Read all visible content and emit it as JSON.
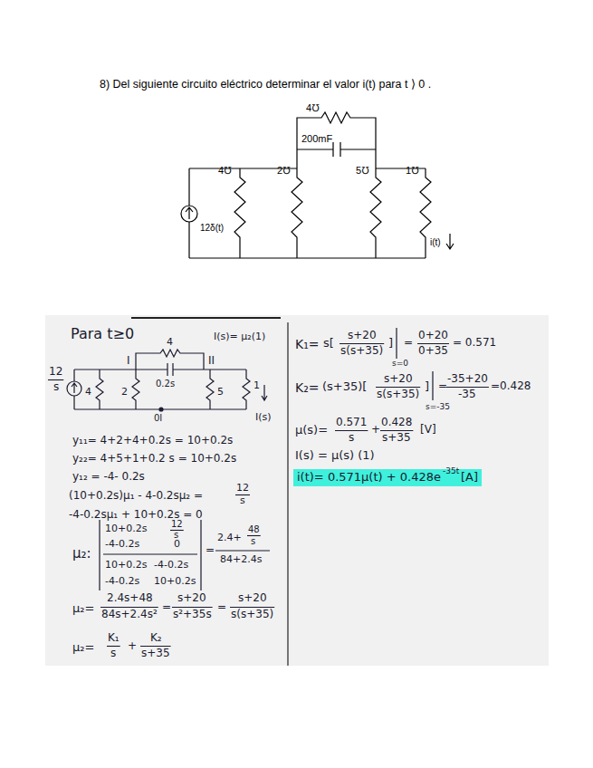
{
  "diagram": {
    "title": "8) Del siguiente circuito eléctrico determinar el valor i(t) para t ⟩ 0 .",
    "labels": [
      "4℧",
      "200mF",
      "4℧",
      "2℧",
      "5℧",
      "1℧",
      "12δ(t)",
      "i(t)",
      "Para t≥0",
      "I",
      "II",
      "4",
      "0.2s",
      "12",
      "s",
      "4",
      "2",
      "5",
      "1",
      "I(s)",
      "0I",
      "I(s)= μ₂(1)",
      "y₁₁= 4+2+4+0.2s = 10+0.2s",
      "y₂₂= 4+5+1+0.2 s = 10+0.2s",
      "y₁₂ = -4- 0.2s",
      "(10+0.2s)μ₁ - 4-0.2sμ₂ =",
      "12",
      "s",
      "-4-0.2sμ₁ + 10+0.2s = 0",
      "μ₂:",
      "10+0.2s",
      "12",
      "s",
      "-4-0.2s",
      "0",
      "10+0.2s",
      "-4-0.2s",
      "-4-0.2s",
      "10+0.2s",
      "=",
      "2.4+",
      "48",
      "s",
      "84+2.4s",
      "μ₂=",
      "2.4s+48",
      "84s+2.4s²",
      "=",
      "s+20",
      "s²+35s",
      "=",
      "s+20",
      "s(s+35)",
      "μ₂=",
      "K₁",
      "s",
      "+",
      "K₂",
      "s+35",
      "K₁=",
      "s[",
      "s+20",
      "s(s+35)",
      "]",
      "s=0",
      "=",
      "0+20",
      "0+35",
      "= 0.571",
      "K₂=",
      "(s+35)[",
      "s+20",
      "s(s+35)",
      "]",
      "s=-35",
      "=",
      "-35+20",
      "-35",
      "=0.428",
      "μ(s)=",
      "0.571",
      "s",
      "+",
      "0.428",
      "s+35",
      "[V]",
      "I(s) = μ(s) (1)",
      "i(t)= 0.571μ(t) + 0.428e",
      "-35t",
      "[A]"
    ]
  }
}
